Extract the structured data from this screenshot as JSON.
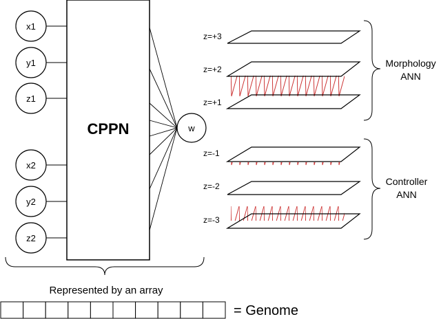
{
  "cppn": {
    "label": "CPPN",
    "inputs": [
      "x1",
      "y1",
      "z1",
      "x2",
      "y2",
      "z2"
    ],
    "output": "w"
  },
  "substrate": {
    "morphology_layers": [
      "z=+3",
      "z=+2",
      "z=+1"
    ],
    "controller_layers": [
      "z=-1",
      "z=-2",
      "z=-3"
    ],
    "morphology_label": [
      "Morphology",
      "ANN"
    ],
    "controller_label": [
      "Controller",
      "ANN"
    ]
  },
  "genome": {
    "caption": "Represented by an array",
    "cells": 10,
    "label": "= Genome"
  },
  "colors": {
    "connection": "#cc3333",
    "stroke": "#000000"
  }
}
